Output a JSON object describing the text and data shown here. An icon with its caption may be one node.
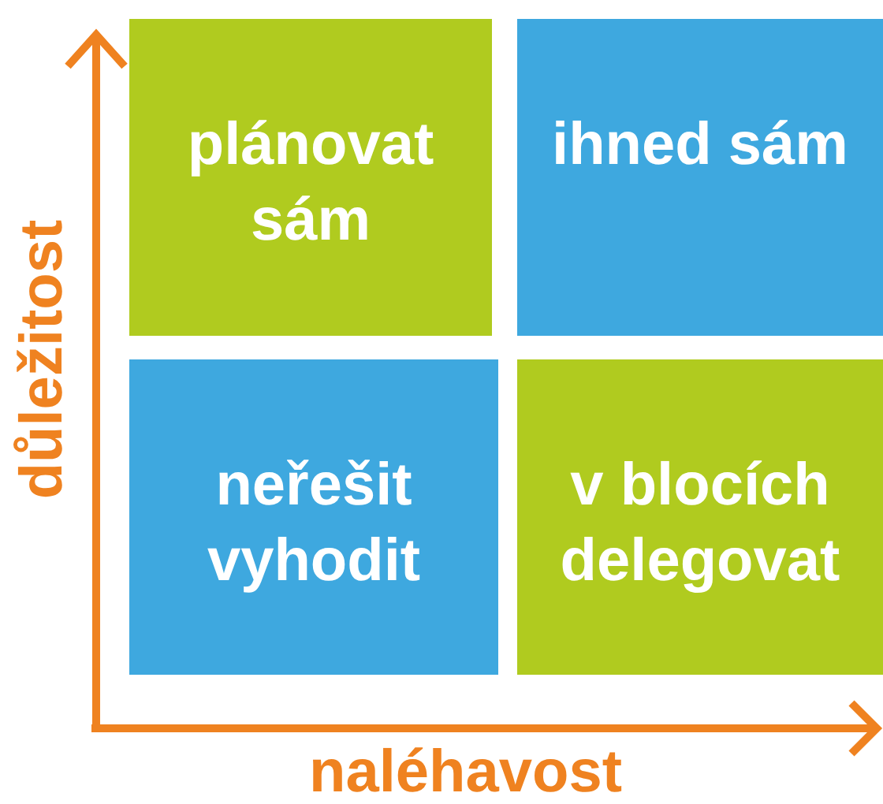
{
  "diagram": {
    "nodes": [
      {
        "text": [
          "plánovat sám"
        ]
      },
      {
        "text": [
          "ihned sám"
        ]
      },
      {
        "text": [
          "neřešit vyhodit"
        ]
      },
      {
        "text": [
          "v blocích delegovat"
        ]
      }
    ],
    "edges": [],
    "labels": [
      "důležitost",
      "naléhavost"
    ]
  }
}
